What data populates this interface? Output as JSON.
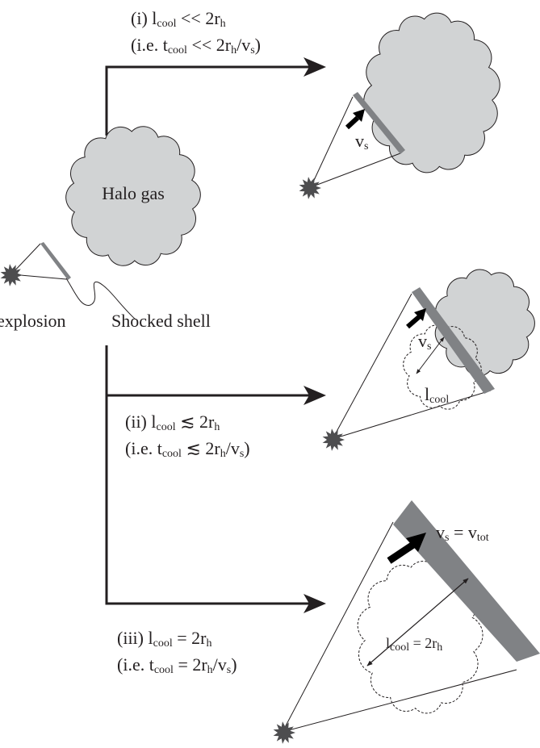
{
  "colors": {
    "cloud_fill": "#d1d3d4",
    "shell": "#808285",
    "explosion": "#4d4d4f",
    "ink": "#231f20"
  },
  "labels": {
    "halo_gas": "Halo gas",
    "explosion": "explosion",
    "shocked_shell": "Shocked shell",
    "vs_1": [
      {
        "t": "v"
      },
      {
        "t": "s",
        "sub": true
      }
    ],
    "vs_2": [
      {
        "t": "v"
      },
      {
        "t": "s",
        "sub": true
      }
    ],
    "vs_3": [
      {
        "t": "v"
      },
      {
        "t": "s",
        "sub": true
      },
      {
        "t": " = v"
      },
      {
        "t": "tot",
        "sub": true
      }
    ],
    "lcool_2": [
      {
        "t": "l"
      },
      {
        "t": "cool",
        "sub": true
      }
    ],
    "lcool_3": [
      {
        "t": "l"
      },
      {
        "t": "cool",
        "sub": true
      },
      {
        "t": " = 2r"
      },
      {
        "t": "h",
        "sub": true
      }
    ]
  },
  "cases": [
    {
      "line1": [
        {
          "t": "(i) l"
        },
        {
          "t": "cool",
          "sub": true
        },
        {
          "t": " << 2r"
        },
        {
          "t": "h",
          "sub": true
        }
      ],
      "line2": [
        {
          "t": "(i.e. t"
        },
        {
          "t": "cool",
          "sub": true
        },
        {
          "t": " << 2r"
        },
        {
          "t": "h",
          "sub": true
        },
        {
          "t": "/v"
        },
        {
          "t": "s",
          "sub": true
        },
        {
          "t": ")"
        }
      ]
    },
    {
      "line1": [
        {
          "t": "(ii) l"
        },
        {
          "t": "cool",
          "sub": true
        },
        {
          "t": " ≲ 2r"
        },
        {
          "t": "h",
          "sub": true
        }
      ],
      "line2": [
        {
          "t": "(i.e. t"
        },
        {
          "t": "cool",
          "sub": true
        },
        {
          "t": " ≲ 2r"
        },
        {
          "t": "h",
          "sub": true
        },
        {
          "t": "/v"
        },
        {
          "t": "s",
          "sub": true
        },
        {
          "t": ")"
        }
      ]
    },
    {
      "line1": [
        {
          "t": "(iii) l"
        },
        {
          "t": "cool",
          "sub": true
        },
        {
          "t": " = 2r"
        },
        {
          "t": "h",
          "sub": true
        }
      ],
      "line2": [
        {
          "t": "(i.e. t"
        },
        {
          "t": "cool",
          "sub": true
        },
        {
          "t": " = 2r"
        },
        {
          "t": "h",
          "sub": true
        },
        {
          "t": "/v"
        },
        {
          "t": "s",
          "sub": true
        },
        {
          "t": ")"
        }
      ]
    }
  ]
}
